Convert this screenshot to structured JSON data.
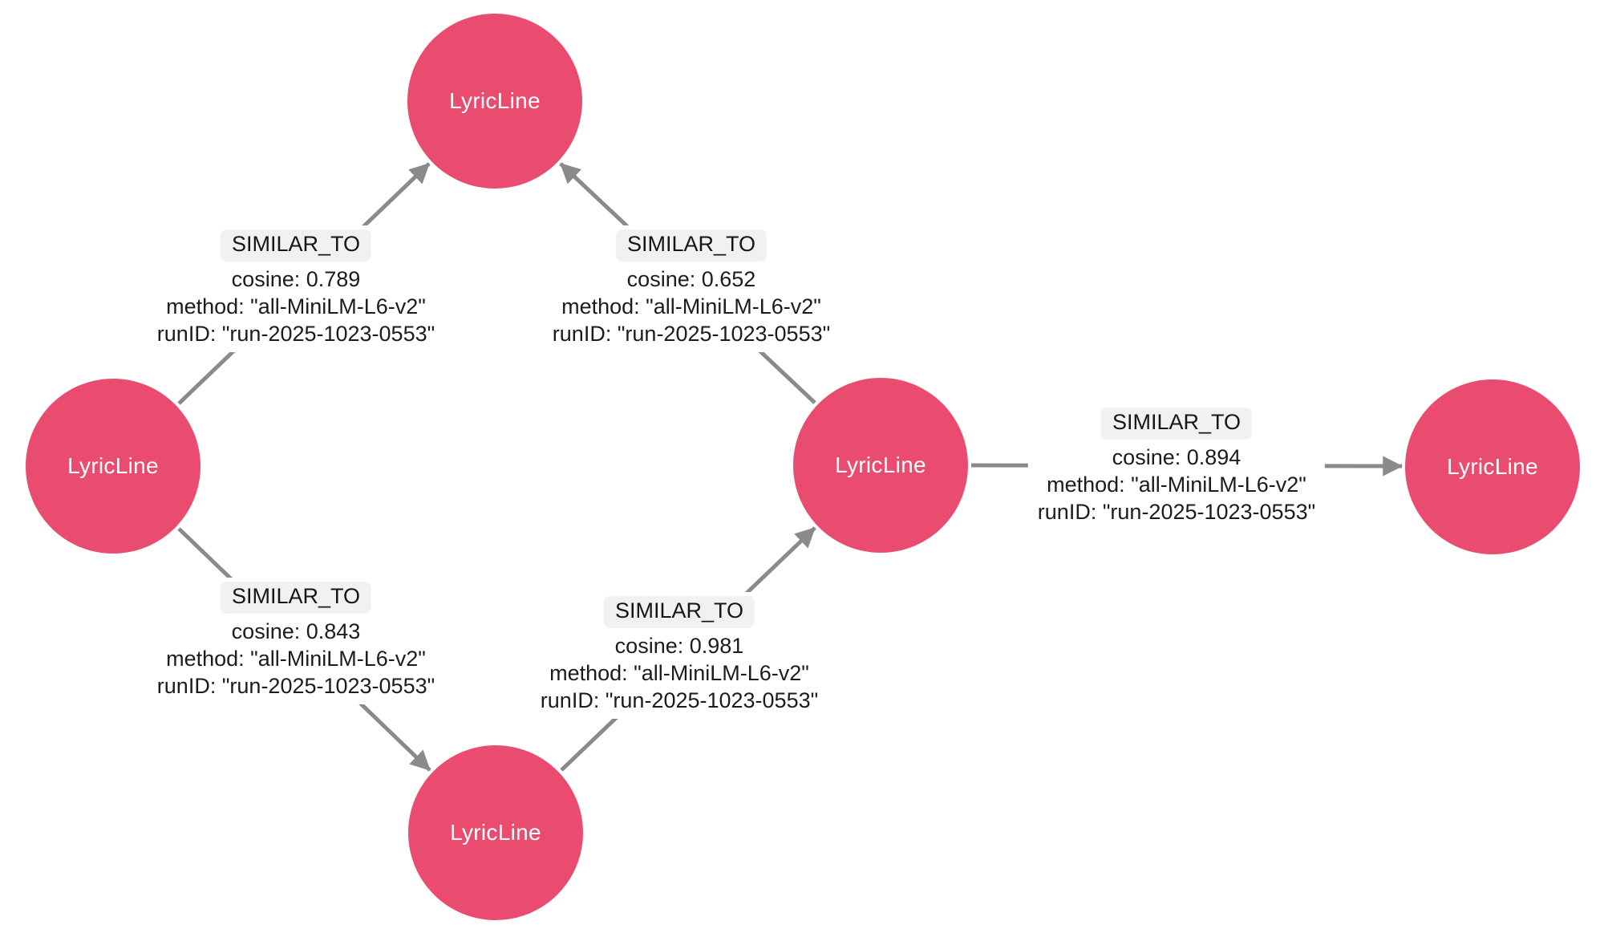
{
  "colors": {
    "background": "#ffffff",
    "node_fill": "#e94c6e",
    "node_text": "#ffffff",
    "edge_line": "#8a8a8a",
    "relationship_pill_bg": "#f1f1f1",
    "label_text": "#1c1c1c"
  },
  "nodes": [
    {
      "id": "top",
      "label": "LyricLine"
    },
    {
      "id": "left",
      "label": "LyricLine"
    },
    {
      "id": "bottom",
      "label": "LyricLine"
    },
    {
      "id": "middle",
      "label": "LyricLine"
    },
    {
      "id": "right",
      "label": "LyricLine"
    }
  ],
  "edges": [
    {
      "from": "left",
      "to": "top",
      "label": "SIMILAR_TO",
      "properties": [
        "cosine: 0.789",
        "method: \"all-MiniLM-L6-v2\"",
        "runID: \"run-2025-1023-0553\""
      ]
    },
    {
      "from": "middle",
      "to": "top",
      "label": "SIMILAR_TO",
      "properties": [
        "cosine: 0.652",
        "method: \"all-MiniLM-L6-v2\"",
        "runID: \"run-2025-1023-0553\""
      ]
    },
    {
      "from": "left",
      "to": "bottom",
      "label": "SIMILAR_TO",
      "properties": [
        "cosine: 0.843",
        "method: \"all-MiniLM-L6-v2\"",
        "runID: \"run-2025-1023-0553\""
      ]
    },
    {
      "from": "bottom",
      "to": "middle",
      "label": "SIMILAR_TO",
      "properties": [
        "cosine: 0.981",
        "method: \"all-MiniLM-L6-v2\"",
        "runID: \"run-2025-1023-0553\""
      ]
    },
    {
      "from": "middle",
      "to": "right",
      "label": "SIMILAR_TO",
      "properties": [
        "cosine: 0.894",
        "method: \"all-MiniLM-L6-v2\"",
        "runID: \"run-2025-1023-0553\""
      ]
    }
  ]
}
